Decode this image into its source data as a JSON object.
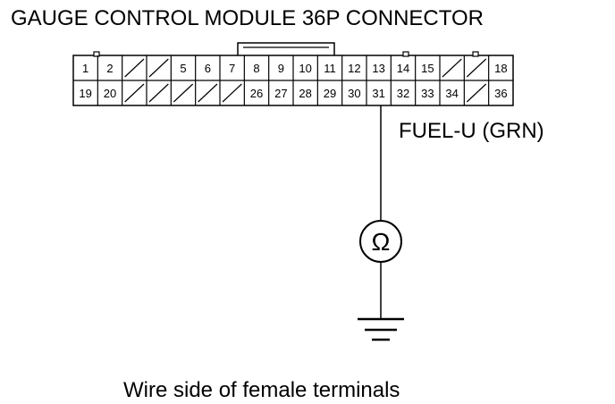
{
  "title": "GAUGE CONTROL MODULE 36P CONNECTOR",
  "wire_label": "FUEL-U (GRN)",
  "meter_symbol": "Ω",
  "footer": "Wire side of female terminals",
  "connector": {
    "row1": [
      "1",
      "2",
      "",
      "",
      "5",
      "6",
      "7",
      "8",
      "9",
      "10",
      "11",
      "12",
      "13",
      "14",
      "15",
      "",
      "",
      "18"
    ],
    "row2": [
      "19",
      "20",
      "",
      "",
      "",
      "",
      "",
      "26",
      "27",
      "28",
      "29",
      "30",
      "31",
      "32",
      "33",
      "34",
      "",
      "36"
    ],
    "probed_terminal": "31"
  },
  "symbols": {
    "meter": "ohmmeter-icon",
    "ground": "ground-icon"
  }
}
